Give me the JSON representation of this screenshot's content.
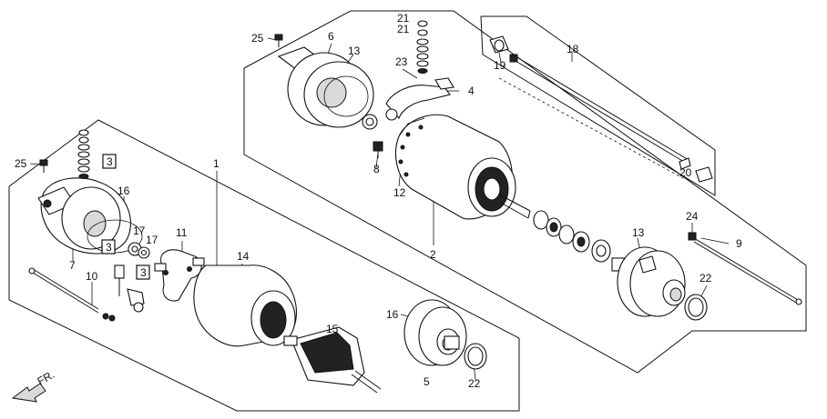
{
  "diagram": {
    "front_marker": "FR.",
    "callouts": {
      "c1": "1",
      "c2": "2",
      "c3a": "3",
      "c3b": "3",
      "c3c": "3",
      "c4": "4",
      "c5": "5",
      "c6": "6",
      "c7": "7",
      "c8": "8",
      "c9": "9",
      "c10": "10",
      "c11": "11",
      "c12": "12",
      "c13a": "13",
      "c13b": "13",
      "c14": "14",
      "c15": "15",
      "c16a": "16",
      "c16b": "16",
      "c17a": "17",
      "c17b": "17",
      "c18": "18",
      "c19": "19",
      "c20": "20",
      "c21a": "21",
      "c21b": "21",
      "c22a": "22",
      "c22b": "22",
      "c23": "23",
      "c24": "24",
      "c25a": "25",
      "c25b": "25"
    }
  }
}
